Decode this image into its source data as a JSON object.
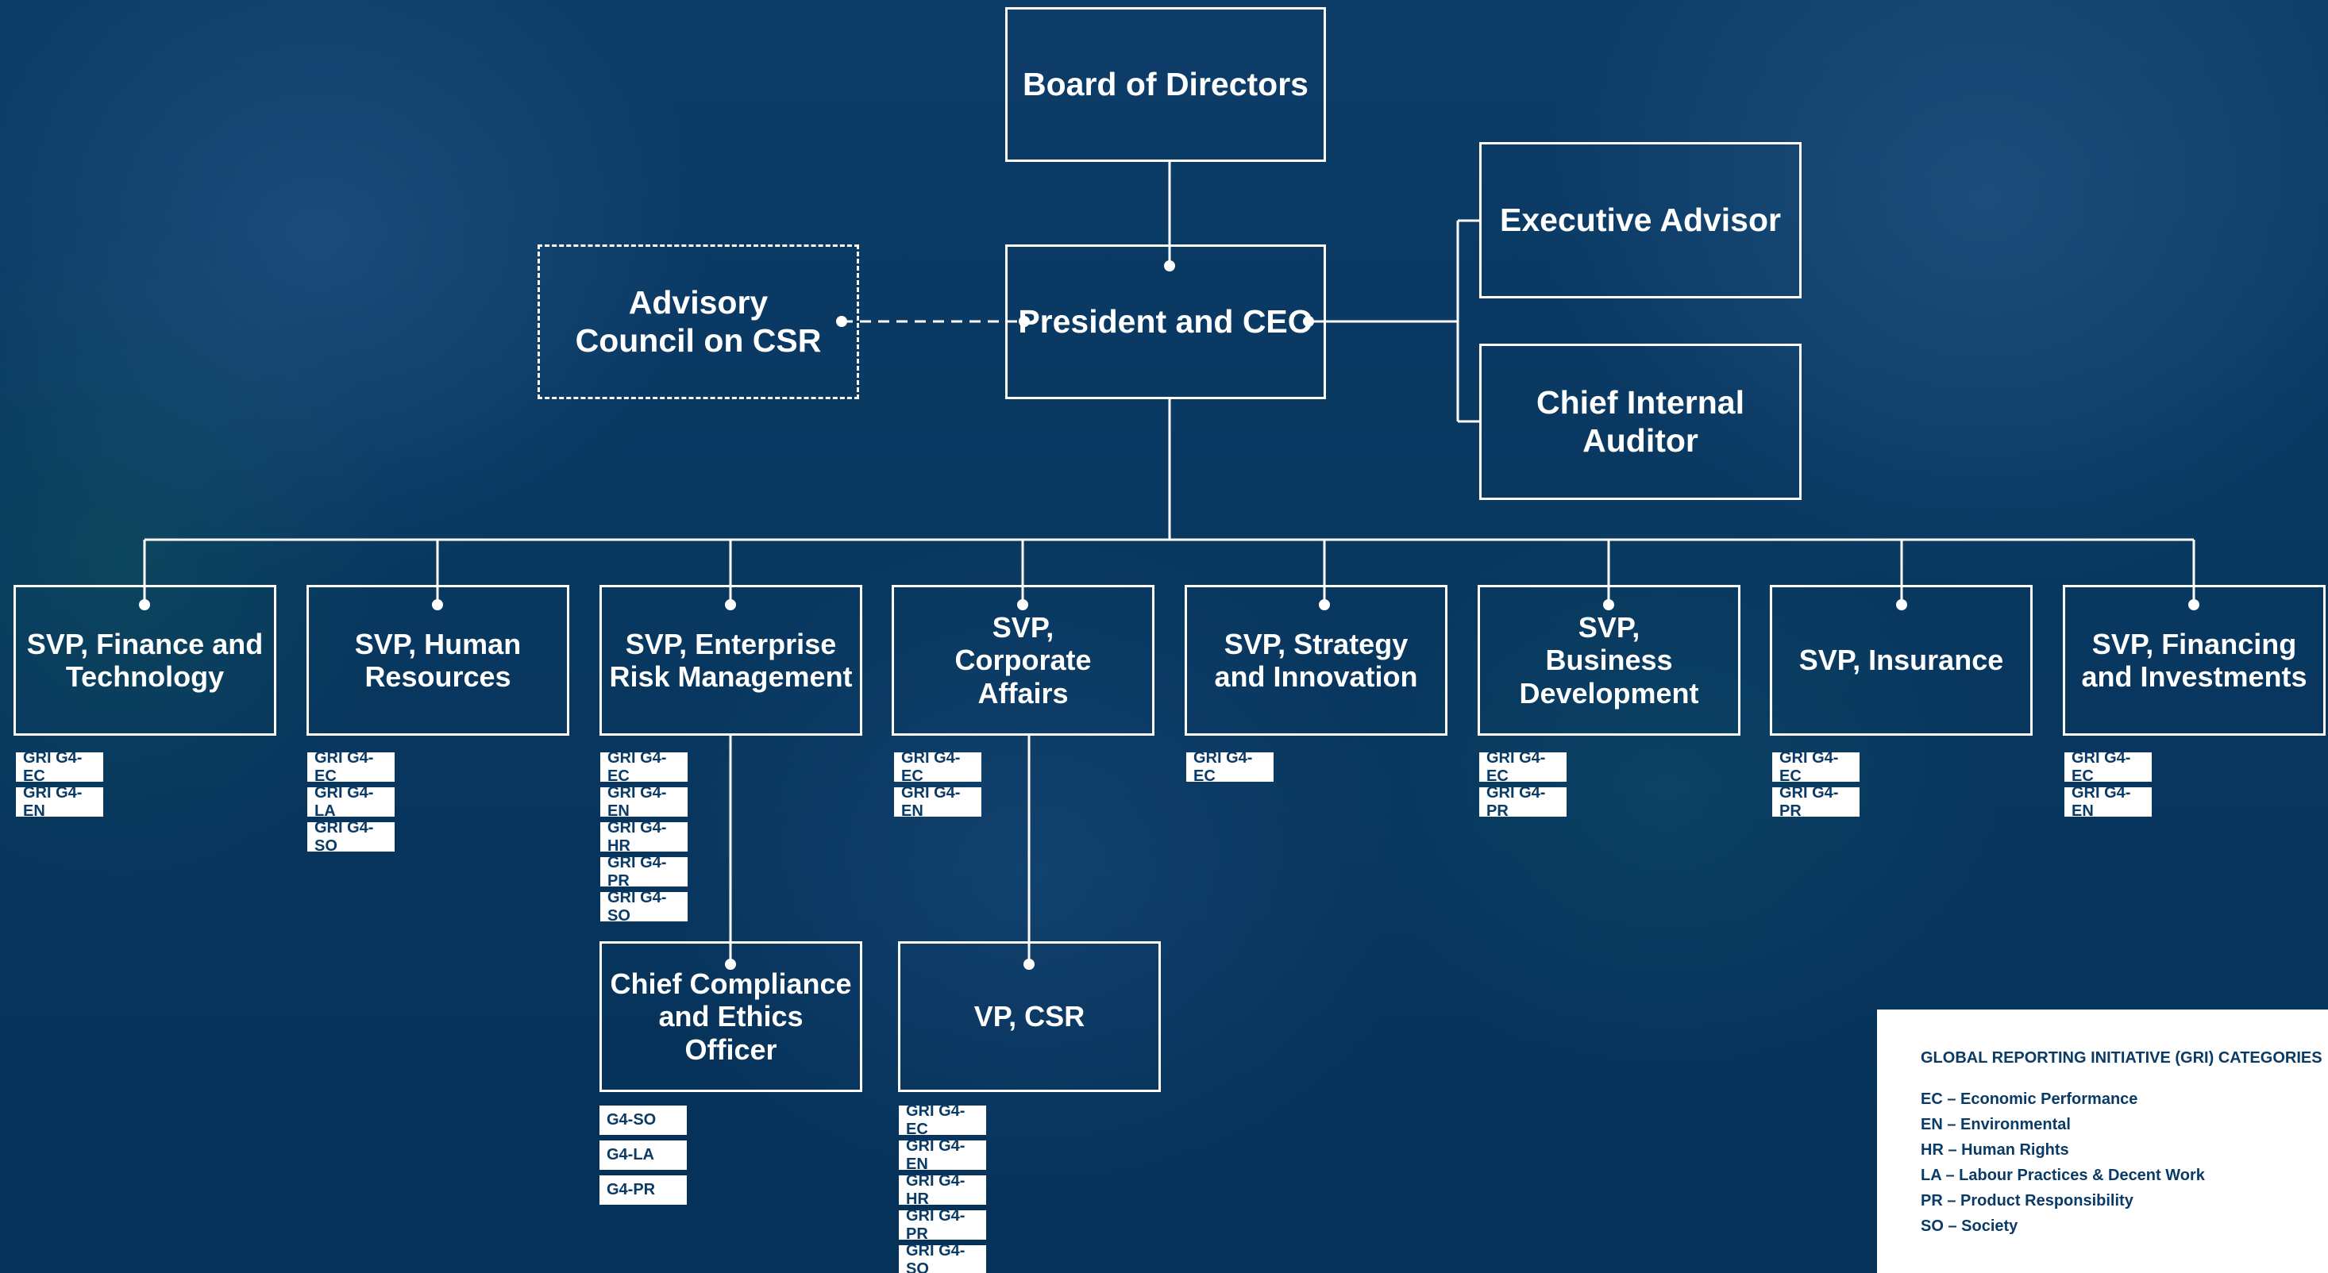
{
  "colors": {
    "background": "#07355e",
    "lines": "#ffffff",
    "tag_background": "#ffffff",
    "tag_text": "#0a3a66"
  },
  "nodes": {
    "board": "Board of Directors",
    "ceo": "President and CEO",
    "advisory": "Advisory Council on CSR",
    "exec_advisor": "Executive Advisor",
    "auditor": "Chief Internal Auditor",
    "svp_finance": "SVP, Finance and Technology",
    "svp_hr": "SVP, Human Resources",
    "svp_erm": "SVP, Enterprise Risk Management",
    "svp_corp": "SVP, Corporate Affairs",
    "svp_strategy": "SVP, Strategy and Innovation",
    "svp_bizdev": "SVP, Business Development",
    "svp_insurance": "SVP, Insurance",
    "svp_financing": "SVP, Financing and Investments",
    "cco": "Chief Compliance and Ethics Officer",
    "vp_csr": "VP, CSR"
  },
  "tags": {
    "svp_finance": [
      "GRI G4-EC",
      "GRI G4-EN"
    ],
    "svp_hr": [
      "GRI G4-EC",
      "GRI G4-LA",
      "GRI G4-SO"
    ],
    "svp_erm": [
      "GRI G4-EC",
      "GRI G4-EN",
      "GRI G4-HR",
      "GRI G4-PR",
      "GRI G4-SO"
    ],
    "svp_corp": [
      "GRI G4-EC",
      "GRI G4-EN"
    ],
    "svp_strategy": [
      "GRI G4-EC"
    ],
    "svp_bizdev": [
      "GRI G4-EC",
      "GRI G4-PR"
    ],
    "svp_insurance": [
      "GRI G4-EC",
      "GRI G4-PR"
    ],
    "svp_financing": [
      "GRI G4-EC",
      "GRI G4-EN"
    ],
    "cco": [
      "G4-SO",
      "G4-LA",
      "G4-PR"
    ],
    "vp_csr": [
      "GRI G4-EC",
      "GRI G4-EN",
      "GRI G4-HR",
      "GRI G4-PR",
      "GRI G4-SO"
    ]
  },
  "legend": {
    "title": "GLOBAL REPORTING INITIATIVE (GRI) CATEGORIES",
    "items": [
      "EC – Economic Performance",
      "EN – Environmental",
      "HR – Human Rights",
      "LA – Labour Practices & Decent Work",
      "PR – Product Responsibility",
      "SO – Society"
    ]
  }
}
